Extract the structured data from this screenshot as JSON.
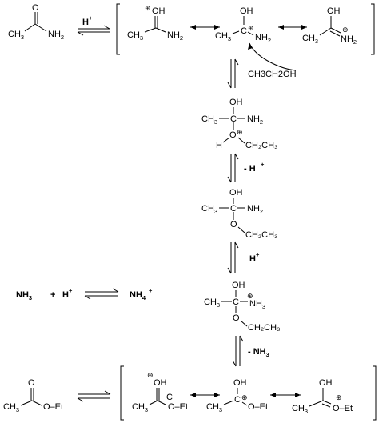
{
  "reagents": {
    "h_plus": "H",
    "h_plus_sup": "+",
    "ethanol": "CH3CH2OH",
    "minus_h_plus": "- H",
    "minus_h_plus_sup": "+",
    "h_plus_2": "H",
    "h_plus_2_sup": "+",
    "minus_nh3": "- NH",
    "minus_nh3_sub": "3"
  },
  "side_equation": {
    "nh3": "NH",
    "nh3_sub": "3",
    "plus_sign": "+",
    "h": "H",
    "h_sup": "+",
    "nh4": "NH",
    "nh4_sub": "4",
    "nh4_sup": "+"
  },
  "labels": {
    "ch3": "CH",
    "ch3_sub": "3",
    "ch2": "CH",
    "ch2_sub": "2",
    "ch": "CH",
    "nh2": "NH",
    "nh2_sub": "2",
    "nh3": "NH",
    "nh3_sub": "3",
    "oh": "OH",
    "o": "O",
    "c": "C",
    "h": "H",
    "oet": "O–Et",
    "charge": "⊕",
    "eth_tail": "–CH₂CH₃",
    "eth_ch2": "CH₂CH₃"
  }
}
